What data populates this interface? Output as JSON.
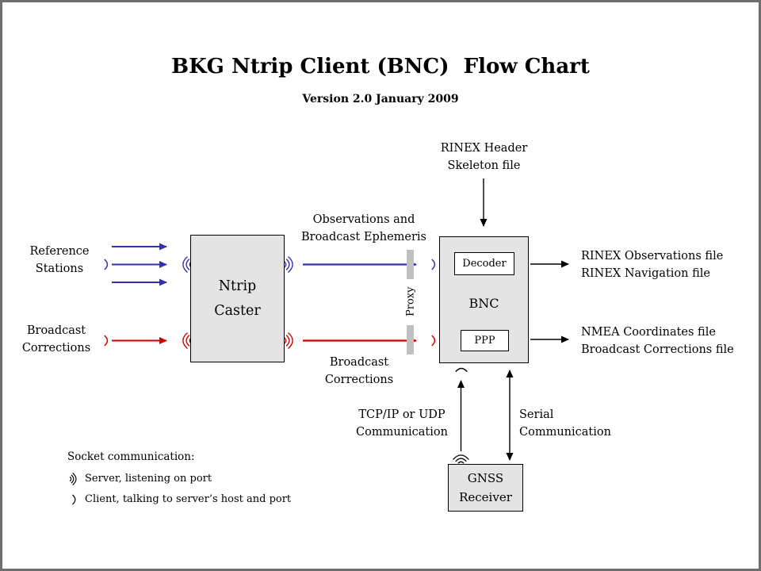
{
  "title": "BKG Ntrip Client (BNC)  Flow Chart",
  "subtitle": "Version 2.0 January 2009",
  "colors": {
    "arrow_blue": "#3030B0",
    "arrow_red": "#CC0000",
    "node_fill": "#E4E4E4",
    "proxy_bar": "#C0C0C0"
  },
  "nodes": {
    "ntrip_caster": {
      "line1": "Ntrip",
      "line2": "Caster"
    },
    "bnc": {
      "label": "BNC",
      "decoder": "Decoder",
      "ppp": "PPP"
    },
    "gnss": {
      "line1": "GNSS",
      "line2": "Receiver"
    }
  },
  "labels": {
    "rinex_header": {
      "line1": "RINEX Header",
      "line2": "Skeleton file"
    },
    "reference_stations": {
      "line1": "Reference",
      "line2": "Stations"
    },
    "broadcast_corrections_source": {
      "line1": "Broadcast",
      "line2": "Corrections"
    },
    "observations_ephemeris": {
      "line1": "Observations and",
      "line2": "Broadcast Ephemeris"
    },
    "broadcast_corrections_stream": {
      "line1": "Broadcast",
      "line2": "Corrections"
    },
    "proxy": "Proxy",
    "rinex_output": {
      "line1": "RINEX Observations file",
      "line2": "RINEX Navigation file"
    },
    "nmea_output": {
      "line1": "NMEA Coordinates file",
      "line2": "Broadcast Corrections file"
    },
    "tcp_udp": {
      "line1": "TCP/IP or UDP",
      "line2": "Communication"
    },
    "serial": {
      "line1": "Serial",
      "line2": "Communication"
    }
  },
  "legend": {
    "title": "Socket communication:",
    "server": "Server, listening on port",
    "client": "Client, talking to server’s host and port"
  }
}
